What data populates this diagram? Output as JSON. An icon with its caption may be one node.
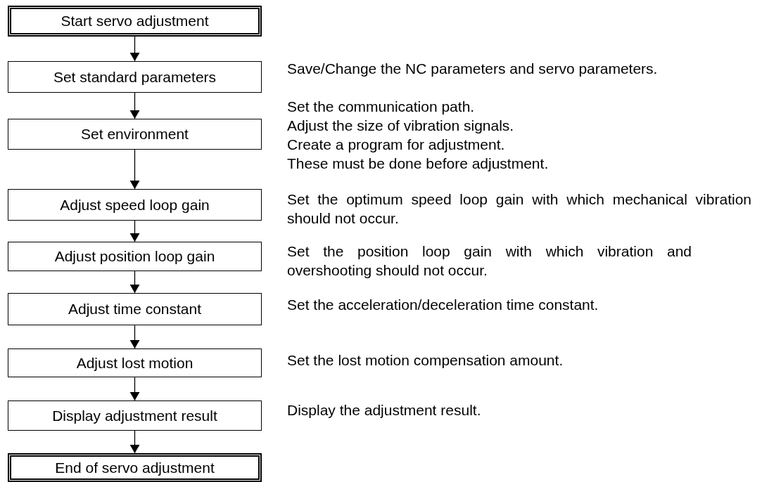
{
  "diagram": {
    "nodes": [
      {
        "text": [
          "Start servo adjustment"
        ]
      },
      {
        "text": [
          "Set standard parameters"
        ],
        "beside": [
          "Save/Change the NC parameters and servo parameters."
        ]
      },
      {
        "text": [
          "Set environment"
        ],
        "beside": [
          "Set the communication path.",
          "Adjust the size of vibration signals.",
          "Create a program for adjustment.",
          "These must be done before adjustment."
        ]
      },
      {
        "text": [
          "Adjust speed loop gain"
        ],
        "beside": [
          "Set the optimum speed loop gain with which mechanical vibration should not occur."
        ]
      },
      {
        "text": [
          "Adjust position loop gain"
        ],
        "beside": [
          "Set the position loop gain with which vibration and overshooting should not occur."
        ]
      },
      {
        "text": [
          "Adjust time constant"
        ],
        "beside": [
          "Set the acceleration/deceleration time constant."
        ]
      },
      {
        "text": [
          "Adjust lost motion"
        ],
        "beside": [
          "Set the lost motion compensation amount."
        ]
      },
      {
        "text": [
          "Display adjustment result"
        ],
        "beside": [
          "Display the adjustment result."
        ]
      },
      {
        "text": [
          "End of servo adjustment"
        ]
      }
    ],
    "edges": [
      {
        "from": 0,
        "to": 1,
        "arrow": "to"
      },
      {
        "from": 1,
        "to": 2,
        "arrow": "to"
      },
      {
        "from": 2,
        "to": 3,
        "arrow": "to"
      },
      {
        "from": 3,
        "to": 4,
        "arrow": "to"
      },
      {
        "from": 4,
        "to": 5,
        "arrow": "to"
      },
      {
        "from": 5,
        "to": 6,
        "arrow": "to"
      },
      {
        "from": 6,
        "to": 7,
        "arrow": "to"
      },
      {
        "from": 7,
        "to": 8,
        "arrow": "to"
      }
    ]
  }
}
